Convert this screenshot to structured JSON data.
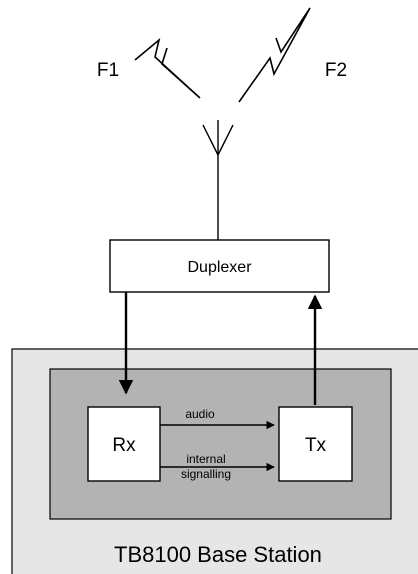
{
  "diagram": {
    "freq_left": "F1",
    "freq_right": "F2",
    "duplexer_label": "Duplexer",
    "rx_label": "Rx",
    "tx_label": "Tx",
    "link_audio": "audio",
    "link_internal_1": "internal",
    "link_internal_2": "signalling",
    "station_label": "TB8100 Base Station"
  },
  "colors": {
    "outer_fill": "#e6e6e6",
    "inner_fill": "#b3b3b3",
    "stroke": "#000000",
    "box_fill": "#ffffff"
  }
}
